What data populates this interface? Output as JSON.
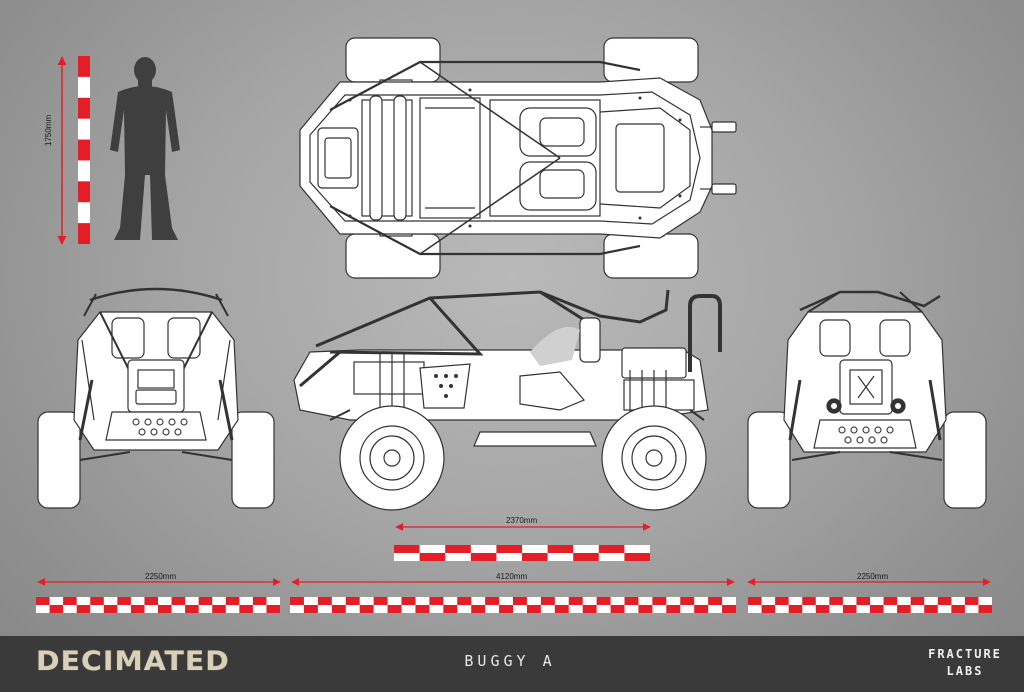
{
  "dimensions": {
    "height": "1750mm",
    "wheelbase": "2370mm",
    "front_width": "2250mm",
    "length": "4120mm",
    "rear_width": "2250mm"
  },
  "footer": {
    "game_logo": "DECIMATED",
    "vehicle_name": "BUGGY A",
    "studio_line1": "FRACTURE",
    "studio_line2": "LABS"
  },
  "colors": {
    "background": "#a3a3a3",
    "footer": "#3a3a3a",
    "scale_red": "#e41e26",
    "dimension_line": "#e41e26",
    "line_art": "#333333",
    "fill": "#ffffff"
  }
}
